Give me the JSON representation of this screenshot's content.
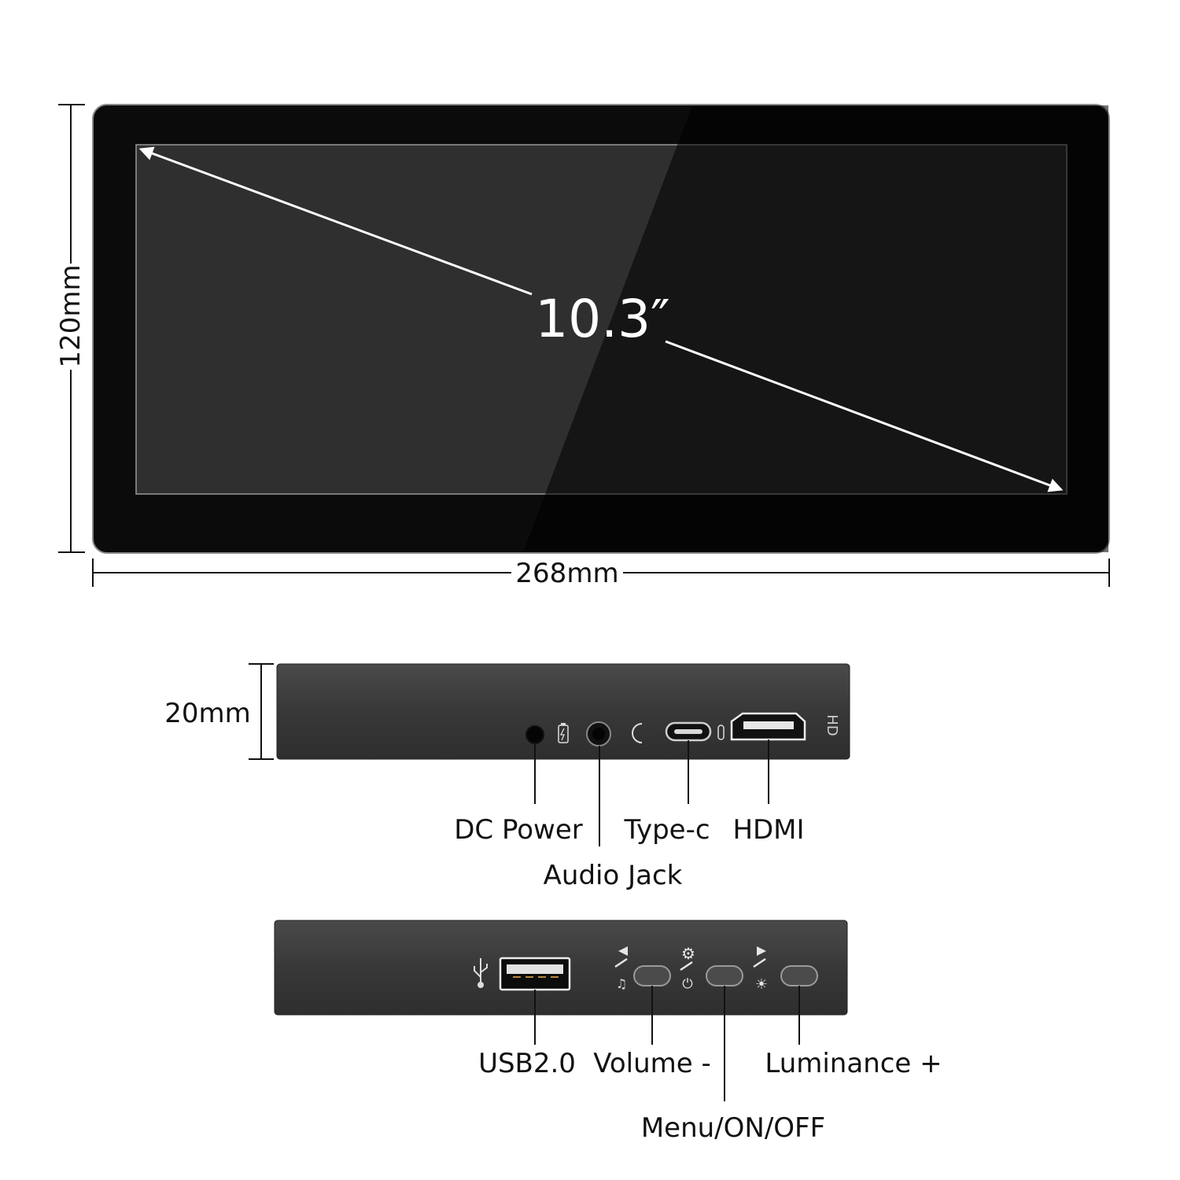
{
  "front_view": {
    "diagonal_label": "10.3″",
    "height_label": "120mm",
    "width_label": "268mm"
  },
  "side_view_top": {
    "thickness_label": "20mm",
    "ports": [
      {
        "id": "dc-power",
        "label": "DC Power"
      },
      {
        "id": "audio-jack",
        "label": "Audio Jack"
      },
      {
        "id": "type-c",
        "label": "Type-c"
      },
      {
        "id": "hdmi",
        "label": "HDMI",
        "port_marking": "HD"
      }
    ]
  },
  "side_view_bottom": {
    "controls": [
      {
        "id": "usb",
        "label": "USB2.0"
      },
      {
        "id": "volume-minus",
        "label": "Volume -"
      },
      {
        "id": "menu",
        "label": "Menu/ON/OFF"
      },
      {
        "id": "luminance-plus",
        "label": "Luminance +"
      }
    ]
  },
  "colors": {
    "bezel": "#0b0b0b",
    "screen": "#2f2f2f",
    "chassis": "#3a3a3a",
    "arrow": "#ffffff",
    "dimension_line": "#111111"
  }
}
